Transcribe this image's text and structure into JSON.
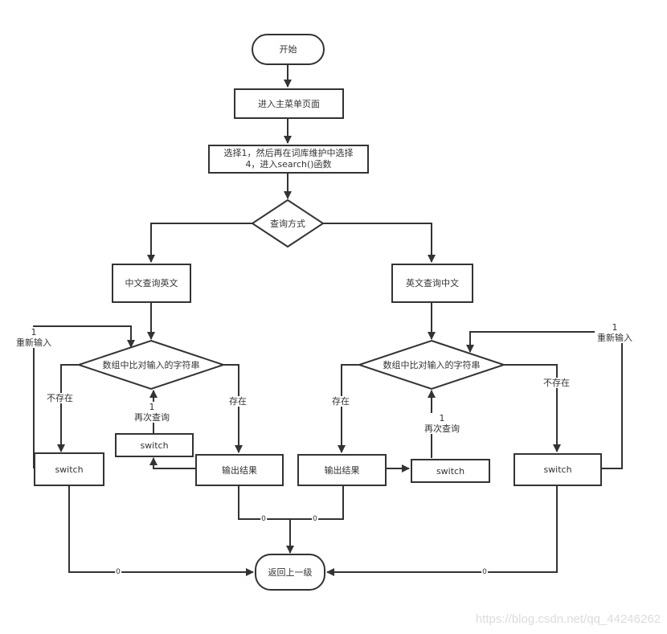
{
  "nodes": {
    "start": "开始",
    "main_menu": "进入主菜单页面",
    "select_line1": "选择1，然后再在词库维护中选择",
    "select_line2": "4，进入search()函数",
    "query_mode": "查询方式",
    "cn_to_en": "中文查询英文",
    "en_to_cn": "英文查询中文",
    "compare_left": "数组中比对输入的字符串",
    "compare_right": "数组中比对输入的字符串",
    "left_switch_notfound": "switch",
    "left_switch_again": "switch",
    "left_output": "输出结果",
    "right_output": "输出结果",
    "right_switch_again": "switch",
    "right_switch_notfound": "switch",
    "return": "返回上一级"
  },
  "edge_labels": {
    "left_reinput_num": "1",
    "left_reinput": "重新输入",
    "left_notexist": "不存在",
    "left_exist": "存在",
    "left_again_num": "1",
    "left_again": "再次查询",
    "right_exist": "存在",
    "right_notexist": "不存在",
    "right_again_num": "1",
    "right_again": "再次查询",
    "right_reinput_num": "1",
    "right_reinput": "重新输入",
    "zero_a": "0",
    "zero_b": "0",
    "zero_c": "0",
    "zero_d": "0"
  },
  "watermark": "https://blog.csdn.net/qq_44246262"
}
